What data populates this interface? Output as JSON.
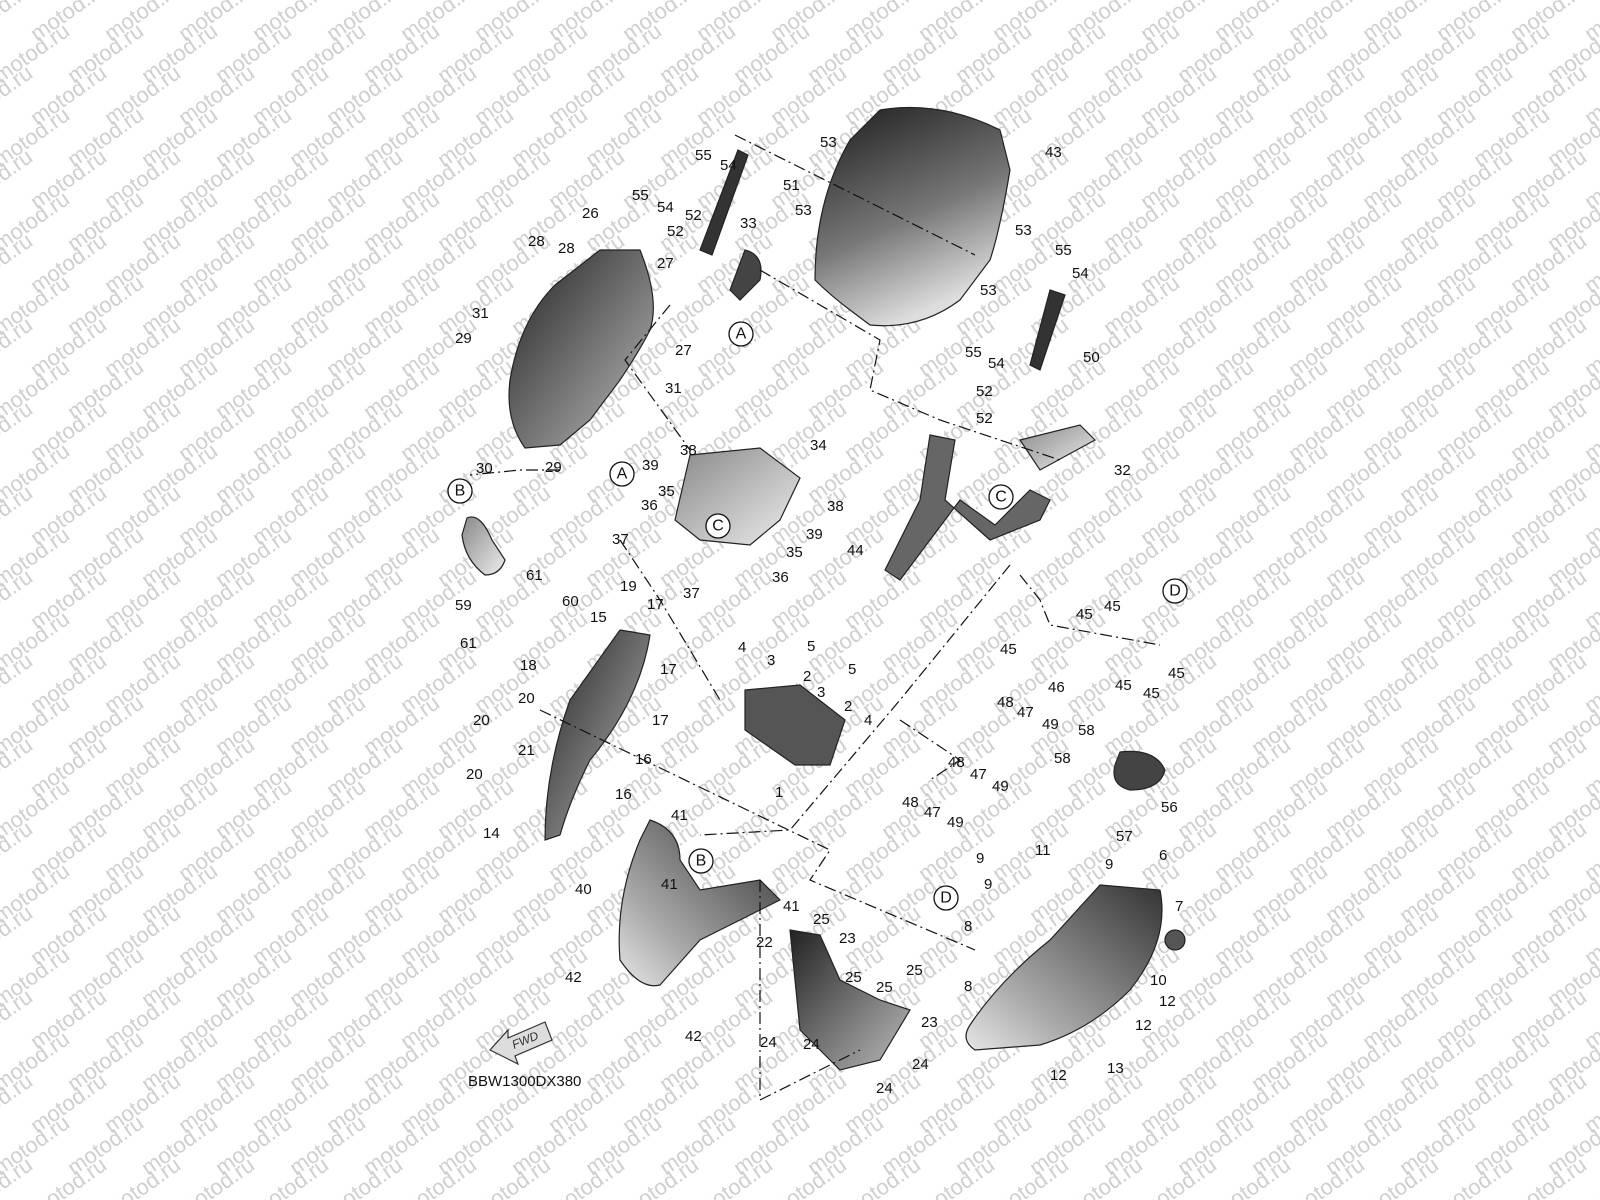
{
  "watermark": {
    "text": "motod.ru"
  },
  "drawing_code": "BBW1300DX380",
  "fwd_label": "FWD",
  "callouts": [
    {
      "id": "c43",
      "label": "43"
    },
    {
      "id": "c53a",
      "label": "53"
    },
    {
      "id": "c53b",
      "label": "53"
    },
    {
      "id": "c53c",
      "label": "53"
    },
    {
      "id": "c53d",
      "label": "53"
    },
    {
      "id": "c55a",
      "label": "55"
    },
    {
      "id": "c54a",
      "label": "54"
    },
    {
      "id": "c51",
      "label": "51"
    },
    {
      "id": "c55b",
      "label": "55"
    },
    {
      "id": "c54b",
      "label": "54"
    },
    {
      "id": "c52a",
      "label": "52"
    },
    {
      "id": "c52b",
      "label": "52"
    },
    {
      "id": "c33",
      "label": "33"
    },
    {
      "id": "c26",
      "label": "26"
    },
    {
      "id": "c28a",
      "label": "28"
    },
    {
      "id": "c28b",
      "label": "28"
    },
    {
      "id": "c27a",
      "label": "27"
    },
    {
      "id": "c27b",
      "label": "27"
    },
    {
      "id": "c31a",
      "label": "31"
    },
    {
      "id": "c29a",
      "label": "29"
    },
    {
      "id": "c31b",
      "label": "31"
    },
    {
      "id": "c29b",
      "label": "29"
    },
    {
      "id": "c30",
      "label": "30"
    },
    {
      "id": "c55c",
      "label": "55"
    },
    {
      "id": "c54c",
      "label": "54"
    },
    {
      "id": "c55d",
      "label": "55"
    },
    {
      "id": "c54d",
      "label": "54"
    },
    {
      "id": "c50",
      "label": "50"
    },
    {
      "id": "c52c",
      "label": "52"
    },
    {
      "id": "c52d",
      "label": "52"
    },
    {
      "id": "c32",
      "label": "32"
    },
    {
      "id": "c38a",
      "label": "38"
    },
    {
      "id": "c34",
      "label": "34"
    },
    {
      "id": "c39a",
      "label": "39"
    },
    {
      "id": "c35a",
      "label": "35"
    },
    {
      "id": "c36a",
      "label": "36"
    },
    {
      "id": "c38b",
      "label": "38"
    },
    {
      "id": "c37a",
      "label": "37"
    },
    {
      "id": "c39b",
      "label": "39"
    },
    {
      "id": "c35b",
      "label": "35"
    },
    {
      "id": "c36b",
      "label": "36"
    },
    {
      "id": "c37b",
      "label": "37"
    },
    {
      "id": "c44",
      "label": "44"
    },
    {
      "id": "c45a",
      "label": "45"
    },
    {
      "id": "c45b",
      "label": "45"
    },
    {
      "id": "c45c",
      "label": "45"
    },
    {
      "id": "c45d",
      "label": "45"
    },
    {
      "id": "c45e",
      "label": "45"
    },
    {
      "id": "c45f",
      "label": "45"
    },
    {
      "id": "c46",
      "label": "46"
    },
    {
      "id": "c59",
      "label": "59"
    },
    {
      "id": "c61a",
      "label": "61"
    },
    {
      "id": "c60",
      "label": "60"
    },
    {
      "id": "c61b",
      "label": "61"
    },
    {
      "id": "c19",
      "label": "19"
    },
    {
      "id": "c17a",
      "label": "17"
    },
    {
      "id": "c15",
      "label": "15"
    },
    {
      "id": "c17b",
      "label": "17"
    },
    {
      "id": "c18",
      "label": "18"
    },
    {
      "id": "c20a",
      "label": "20"
    },
    {
      "id": "c17c",
      "label": "17"
    },
    {
      "id": "c20b",
      "label": "20"
    },
    {
      "id": "c21",
      "label": "21"
    },
    {
      "id": "c16a",
      "label": "16"
    },
    {
      "id": "c20c",
      "label": "20"
    },
    {
      "id": "c16b",
      "label": "16"
    },
    {
      "id": "c14",
      "label": "14"
    },
    {
      "id": "c4a",
      "label": "4"
    },
    {
      "id": "c3a",
      "label": "3"
    },
    {
      "id": "c5a",
      "label": "5"
    },
    {
      "id": "c2a",
      "label": "2"
    },
    {
      "id": "c5b",
      "label": "5"
    },
    {
      "id": "c3b",
      "label": "3"
    },
    {
      "id": "c2b",
      "label": "2"
    },
    {
      "id": "c4b",
      "label": "4"
    },
    {
      "id": "c1",
      "label": "1"
    },
    {
      "id": "c48a",
      "label": "48"
    },
    {
      "id": "c47a",
      "label": "47"
    },
    {
      "id": "c49a",
      "label": "49"
    },
    {
      "id": "c48b",
      "label": "48"
    },
    {
      "id": "c47b",
      "label": "47"
    },
    {
      "id": "c49b",
      "label": "49"
    },
    {
      "id": "c48c",
      "label": "48"
    },
    {
      "id": "c47c",
      "label": "47"
    },
    {
      "id": "c49c",
      "label": "49"
    },
    {
      "id": "c58a",
      "label": "58"
    },
    {
      "id": "c58b",
      "label": "58"
    },
    {
      "id": "c56",
      "label": "56"
    },
    {
      "id": "c57",
      "label": "57"
    },
    {
      "id": "c9a",
      "label": "9"
    },
    {
      "id": "c11",
      "label": "11"
    },
    {
      "id": "c9b",
      "label": "9"
    },
    {
      "id": "c9c",
      "label": "9"
    },
    {
      "id": "c6",
      "label": "6"
    },
    {
      "id": "c7",
      "label": "7"
    },
    {
      "id": "c8a",
      "label": "8"
    },
    {
      "id": "c8b",
      "label": "8"
    },
    {
      "id": "c10",
      "label": "10"
    },
    {
      "id": "c12a",
      "label": "12"
    },
    {
      "id": "c12b",
      "label": "12"
    },
    {
      "id": "c12c",
      "label": "12"
    },
    {
      "id": "c13",
      "label": "13"
    },
    {
      "id": "c41a",
      "label": "41"
    },
    {
      "id": "c41b",
      "label": "41"
    },
    {
      "id": "c41c",
      "label": "41"
    },
    {
      "id": "c40",
      "label": "40"
    },
    {
      "id": "c42a",
      "label": "42"
    },
    {
      "id": "c42b",
      "label": "42"
    },
    {
      "id": "c25a",
      "label": "25"
    },
    {
      "id": "c22",
      "label": "22"
    },
    {
      "id": "c23a",
      "label": "23"
    },
    {
      "id": "c25b",
      "label": "25"
    },
    {
      "id": "c25c",
      "label": "25"
    },
    {
      "id": "c25d",
      "label": "25"
    },
    {
      "id": "c23b",
      "label": "23"
    },
    {
      "id": "c24a",
      "label": "24"
    },
    {
      "id": "c24b",
      "label": "24"
    },
    {
      "id": "c24c",
      "label": "24"
    },
    {
      "id": "c24d",
      "label": "24"
    }
  ],
  "reference_markers": [
    {
      "id": "mA1",
      "label": "A"
    },
    {
      "id": "mA2",
      "label": "A"
    },
    {
      "id": "mB1",
      "label": "B"
    },
    {
      "id": "mB2",
      "label": "B"
    },
    {
      "id": "mC1",
      "label": "C"
    },
    {
      "id": "mC2",
      "label": "C"
    },
    {
      "id": "mD1",
      "label": "D"
    },
    {
      "id": "mD2",
      "label": "D"
    }
  ]
}
